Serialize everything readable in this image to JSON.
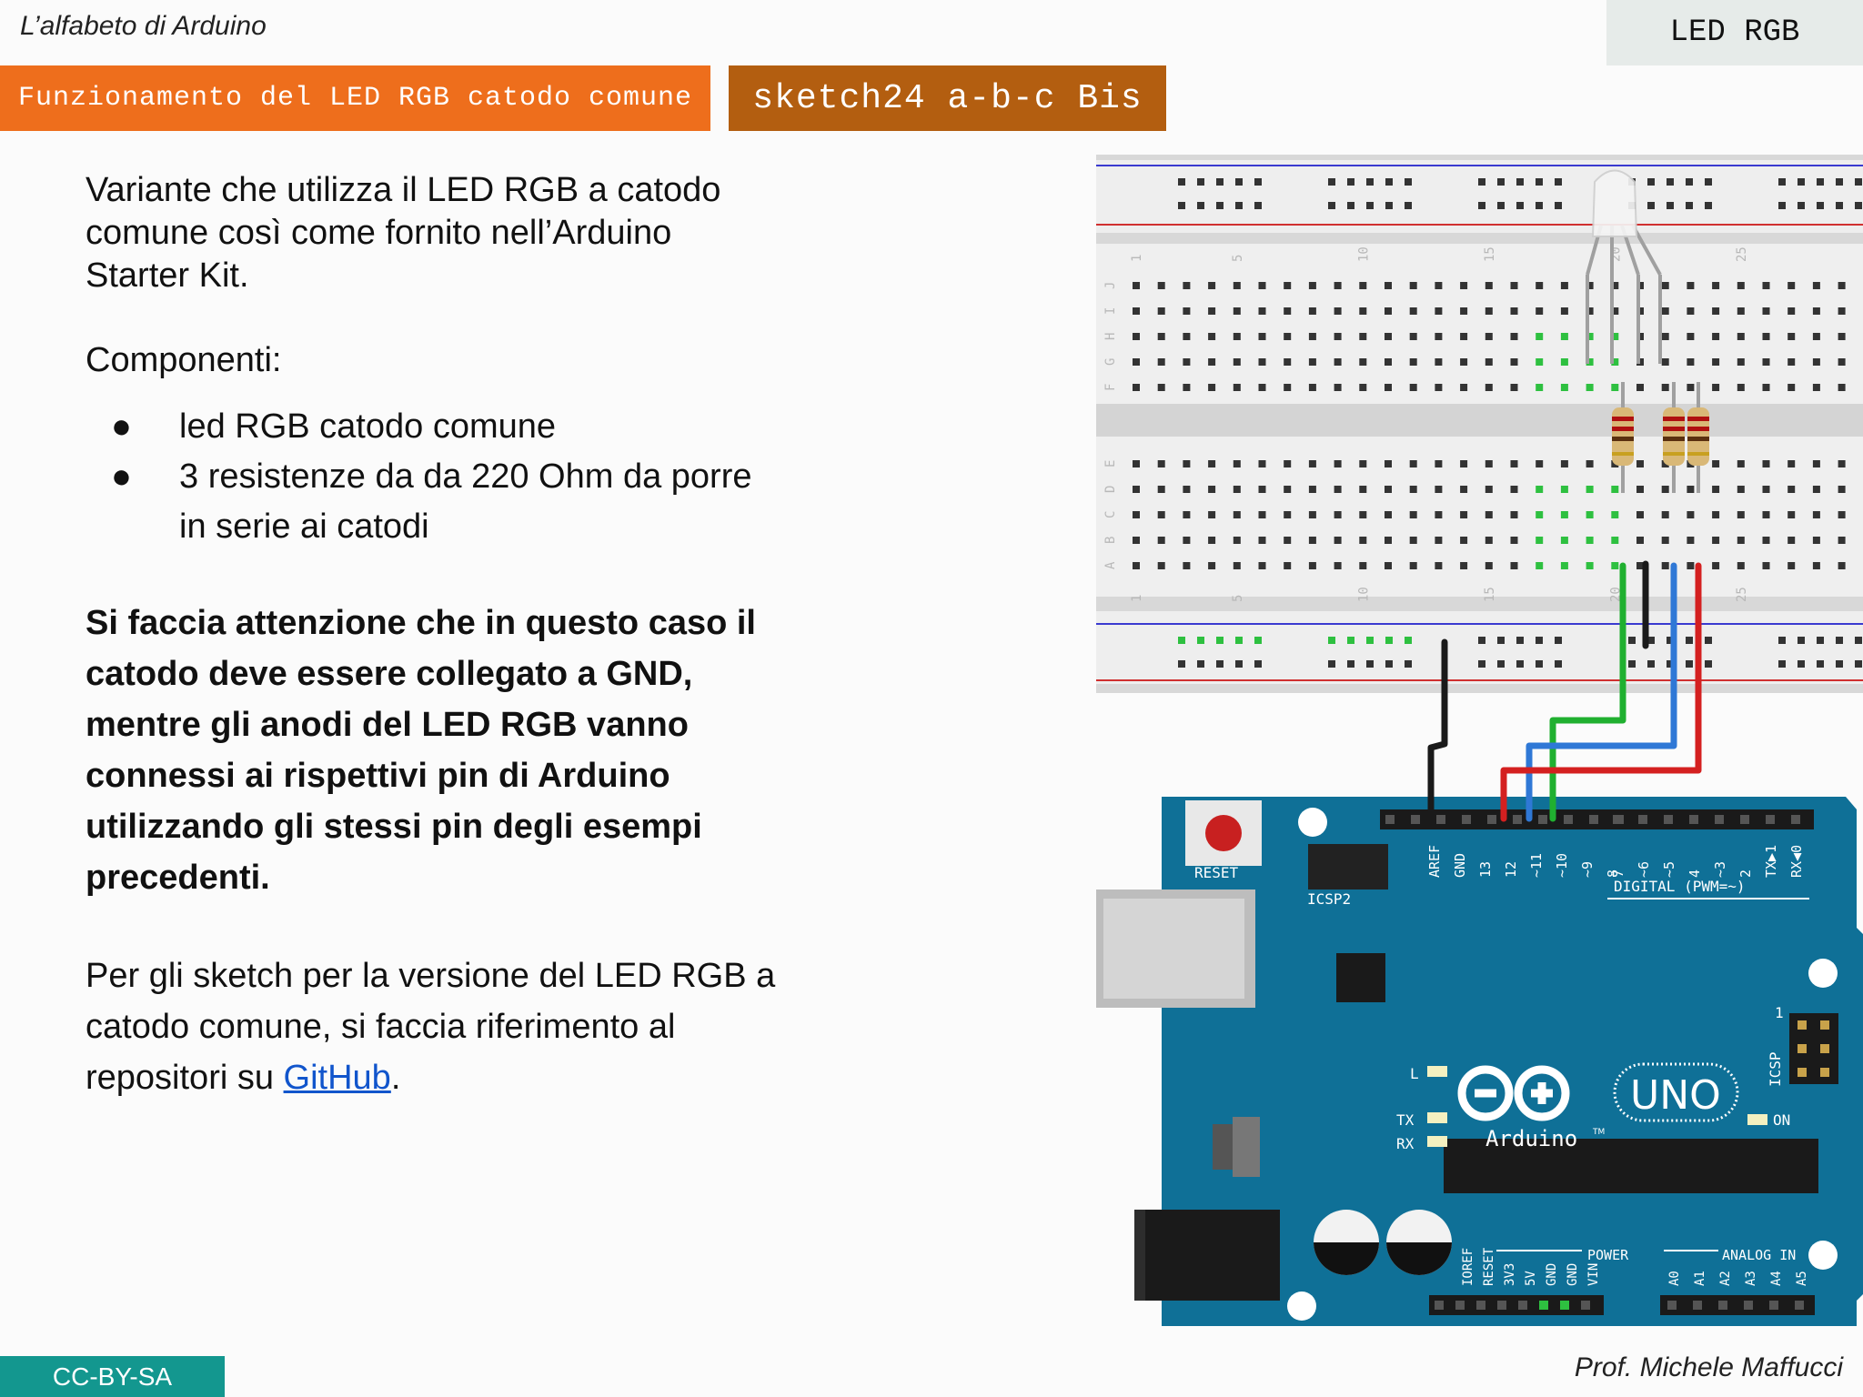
{
  "header": {
    "series_title": "L’alfabeto di Arduino",
    "topic": "LED RGB",
    "section_tab": "Funzionamento del LED RGB catodo comune",
    "sketch_tab": "sketch24 a-b-c Bis"
  },
  "body": {
    "intro": "Variante che utilizza il LED RGB a catodo comune così come fornito nell’Arduino Starter Kit.",
    "components_title": "Componenti:",
    "components": [
      "led RGB catodo comune",
      "3 resistenze da da 220 Ohm da porre in serie ai catodi"
    ],
    "warning": "Si faccia attenzione che in questo caso il catodo deve essere collegato a GND, mentre gli anodi del LED RGB vanno connessi ai rispettivi pin di Arduino utilizzando gli stessi pin degli esempi precedenti.",
    "reference_text": "Per gli sketch per la versione del LED RGB a catodo comune, si faccia riferimento al repositori su ",
    "reference_link": "GitHub",
    "reference_end": "."
  },
  "footer": {
    "license": "CC-BY-SA",
    "author": "Prof. Michele Maffucci"
  },
  "figure": {
    "breadboard_col_numbers": [
      "1",
      "5",
      "10",
      "15",
      "20",
      "25"
    ],
    "breadboard_row_letters_top": [
      "J",
      "I",
      "H",
      "G",
      "F"
    ],
    "breadboard_row_letters_bottom": [
      "E",
      "D",
      "C",
      "B",
      "A"
    ],
    "board": {
      "reset_label": "RESET",
      "icsp2_label": "ICSP2",
      "icsp_label": "ICSP",
      "l_label": "L",
      "tx_label": "TX",
      "rx_label": "RX",
      "on_label": "ON",
      "icsp_pin1": "1",
      "uno_label": "UNO",
      "brand": "Arduino",
      "trademark": "TM",
      "digital_label": "DIGITAL (PWM=~)",
      "power_label": "POWER",
      "analog_label": "ANALOG IN",
      "digital_pins_left": [
        "AREF",
        "GND",
        "13",
        "12",
        "~11",
        "~10",
        "~9",
        "8"
      ],
      "digital_pins_right": [
        "7",
        "~6",
        "~5",
        "4",
        "~3",
        "2",
        "TX▶1",
        "RX◀0"
      ],
      "power_pins": [
        "IOREF",
        "RESET",
        "3V3",
        "5V",
        "GND",
        "GND",
        "VIN"
      ],
      "analog_pins": [
        "A0",
        "A1",
        "A2",
        "A3",
        "A4",
        "A5"
      ]
    },
    "wire_colors": {
      "red": "#d42020",
      "green": "#20b030",
      "blue": "#2f78d6",
      "gnd": "#1a1a1a"
    },
    "board_color": "#0f7097"
  }
}
